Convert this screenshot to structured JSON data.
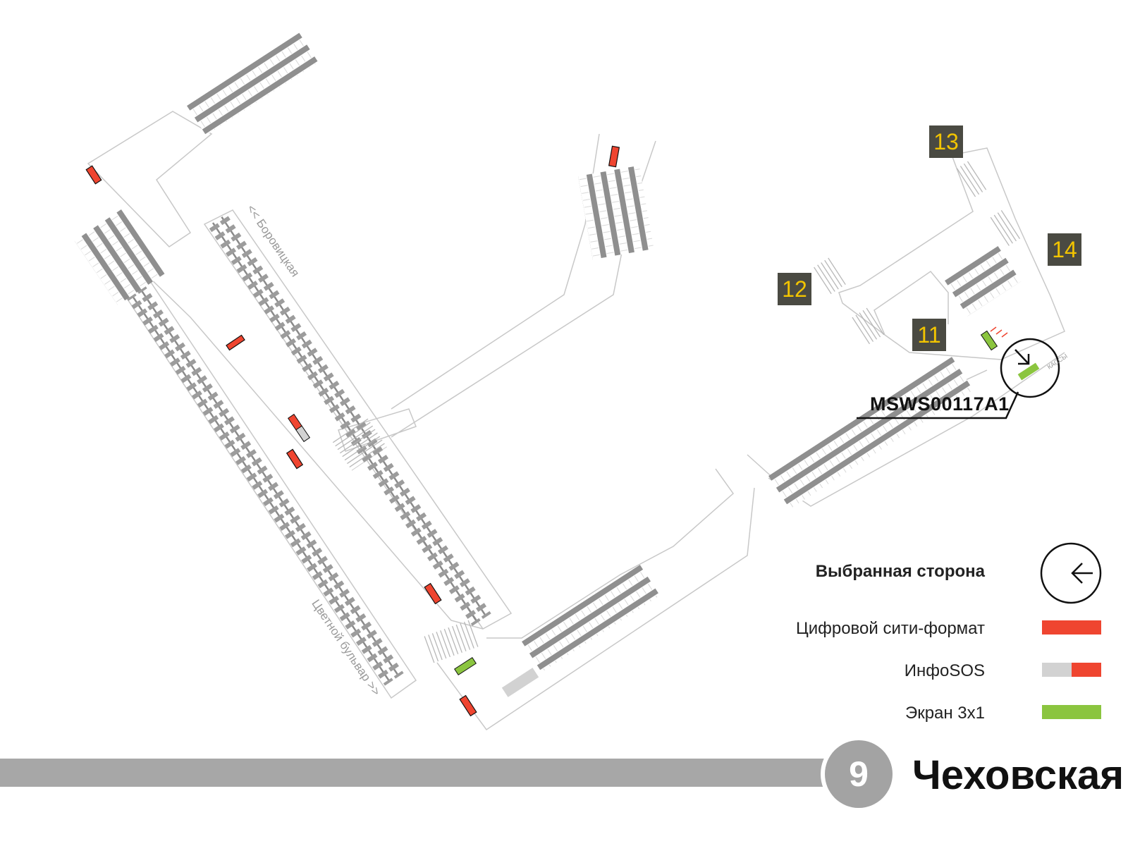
{
  "station": {
    "line_number": "9",
    "name": "Чеховская"
  },
  "directions": {
    "north": "<< Боровицкая",
    "south": "Цветной бульвар >>"
  },
  "exits": [
    "11",
    "12",
    "13",
    "14"
  ],
  "selected_asset": {
    "code": "MSWS00117A1"
  },
  "legend": {
    "selected_side": "Выбранная сторона",
    "digital_city": "Цифровой сити-формат",
    "infosos": "ИнфоSOS",
    "screen": "Экран 3х1"
  },
  "small_label": "КАССЫ",
  "colors": {
    "digital_city": "#ef4530",
    "infosos_gray": "#d2d2d2",
    "screen": "#8bc53f",
    "exit_bg": "#4a4a42",
    "exit_text": "#f2c400",
    "line_gray": "#a7a7a7"
  }
}
